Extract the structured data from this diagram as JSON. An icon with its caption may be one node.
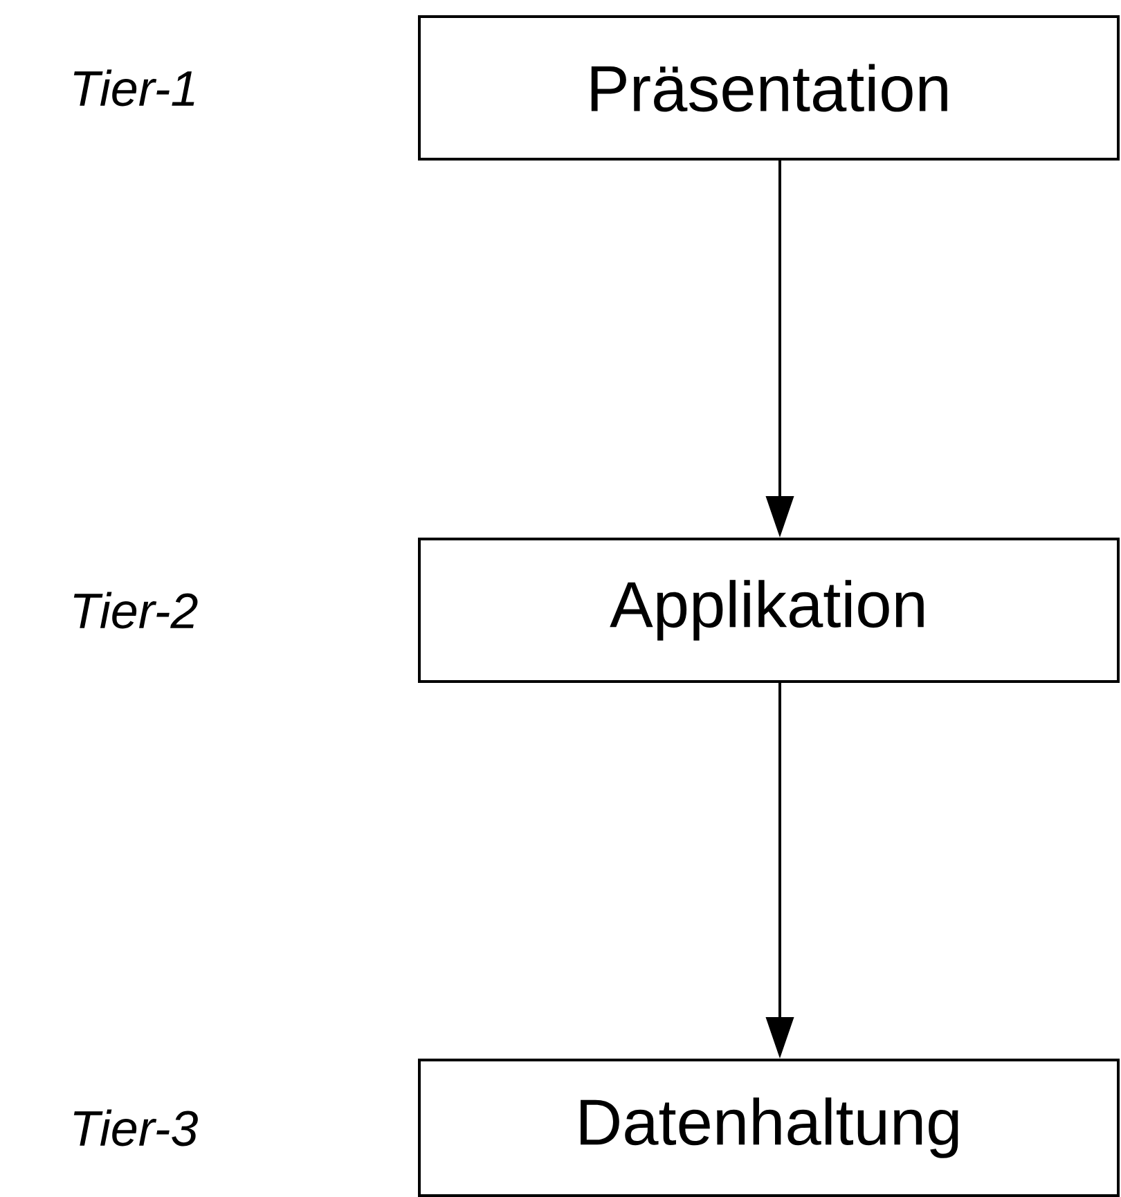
{
  "diagram": {
    "nodes": [
      {
        "text": [
          "Präsentation"
        ]
      },
      {
        "text": [
          "Applikation"
        ]
      },
      {
        "text": [
          "Datenhaltung"
        ]
      }
    ],
    "edges": [
      {
        "from": 0,
        "to": 1,
        "arrow": "to"
      },
      {
        "from": 1,
        "to": 2,
        "arrow": "to"
      }
    ],
    "labels": [
      "Tier-1",
      "Tier-2",
      "Tier-3"
    ]
  }
}
